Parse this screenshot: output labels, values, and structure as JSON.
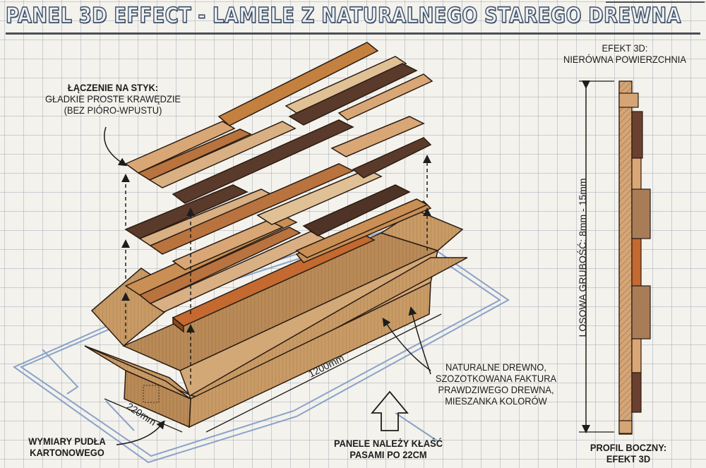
{
  "title": "PANEL 3D EFFECT - LAMELE Z NATURALNEGO STAREGO DREWNA",
  "annotations": {
    "joint": {
      "heading": "ŁĄCZENIE NA STYK:",
      "line1": "GŁADKIE PROSTE KRAWĘDZIE",
      "line2": "(BEZ PIÓRO-WPUSTU)"
    },
    "effect_3d": {
      "line1": "EFEKT 3D:",
      "line2": "NIERÓWNA POWIERZCHNIA"
    },
    "thickness": "LOSOWA GRUBOŚĆ: 8mm - 15mm",
    "material": {
      "line1": "NATURALNE DREWNO,",
      "line2": "SZOZOTKOWANA FAKTURA",
      "line3": "PRAWDZIWEGO DREWNA,",
      "line4": "MIESZANKA KOLORÓW"
    },
    "laying": {
      "line1": "PANELE NALEŻY KŁAŚĆ",
      "line2": "PASAMI PO 22CM"
    },
    "box": {
      "line1": "WYMIARY PUDŁA",
      "line2": "KARTONOWEGO"
    },
    "side_profile": {
      "line1": "PROFIL BOCZNY:",
      "line2": "EFEKT 3D"
    }
  },
  "dimensions": {
    "length": "1200mm",
    "width": "220mm"
  },
  "colors": {
    "title_stroke": "#3d5068",
    "grid": "#9aa3af",
    "cardboard": "#c89a66",
    "cardboard_dark": "#a87a4a",
    "wood_light": "#d9a776",
    "wood_mid": "#b9733f",
    "wood_orange": "#c4692f",
    "wood_dark": "#5a3a2a",
    "blueprint_line": "#7f9bc7"
  }
}
